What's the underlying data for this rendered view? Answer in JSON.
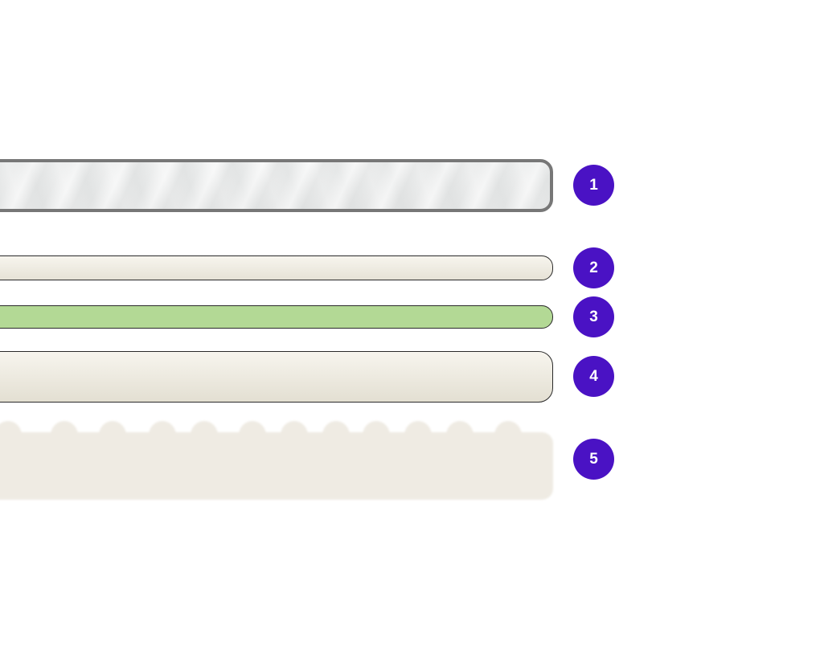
{
  "layers": [
    {
      "number": "1",
      "color": "#ececec",
      "border": "#777777"
    },
    {
      "number": "2",
      "color": "#efece3",
      "border": "#2a2a2a"
    },
    {
      "number": "3",
      "color": "#b3d995",
      "border": "#2a2a2a"
    },
    {
      "number": "4",
      "color": "#ece9df",
      "border": "#2a2a2a"
    },
    {
      "number": "5",
      "color": "#efebe3",
      "border": "none"
    }
  ],
  "badge_color": "#4a12c4"
}
